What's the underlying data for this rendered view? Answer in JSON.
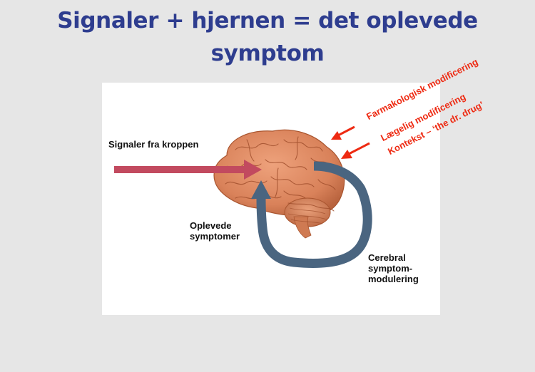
{
  "slide": {
    "title_line1": "Signaler + hjernen = det oplevede",
    "title_line2": "symptom"
  },
  "diagram": {
    "input_label": "Signaler fra kroppen",
    "output_label_line1": "Oplevede",
    "output_label_line2": "symptomer",
    "loop_label_line1": "Cerebral",
    "loop_label_line2": "symptom-",
    "loop_label_line3": "modulering",
    "modifier_pharmacological": "Farmakologisk modificering",
    "modifier_physician_line1": "Lægelig modificering",
    "modifier_physician_line2": "Kontekst – ‘the dr. drug’"
  },
  "colors": {
    "title": "#2e3d8f",
    "signal_arrow": "#c24a5f",
    "loop_arrow": "#4a6580",
    "modifier": "#ee2a12",
    "brain": "#d9825a"
  }
}
